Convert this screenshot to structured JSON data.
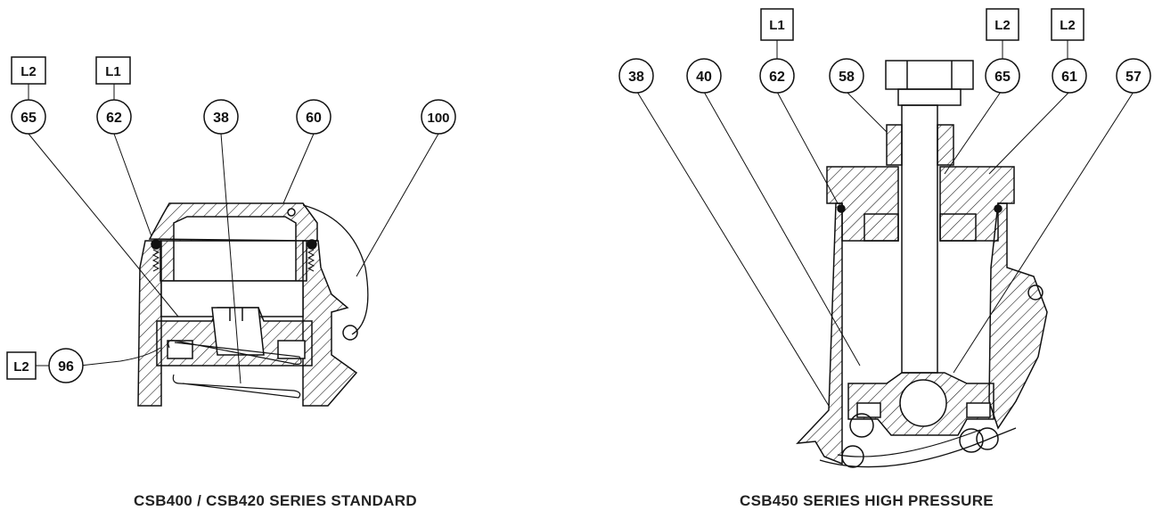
{
  "captions": {
    "left": "CSB400 / CSB420 SERIES STANDARD",
    "right": "CSB450 SERIES HIGH PRESSURE"
  },
  "left_view": {
    "part_labels": [
      "65",
      "62",
      "38",
      "60",
      "100",
      "96"
    ],
    "level_tags": [
      "L2",
      "L1",
      "L2"
    ]
  },
  "right_view": {
    "part_labels": [
      "38",
      "40",
      "62",
      "58",
      "65",
      "61",
      "57"
    ],
    "level_tags": [
      "L1",
      "L2",
      "L2"
    ]
  }
}
